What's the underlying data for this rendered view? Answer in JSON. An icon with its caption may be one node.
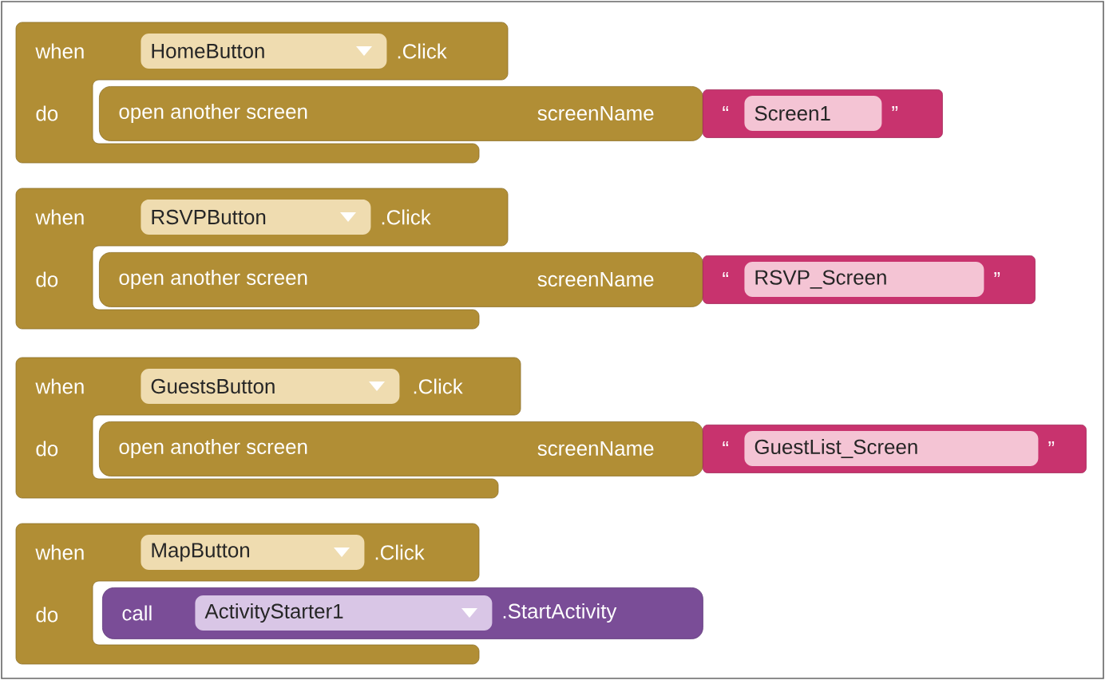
{
  "diagram": {
    "nodes": [
      {
        "text": [
          "when",
          ".Click",
          "do"
        ]
      },
      {
        "text": [
          "HomeButton"
        ],
        "in": 0
      },
      {
        "text": [
          "open another screen",
          "screenName"
        ]
      },
      {
        "text": [
          "“",
          "”"
        ]
      },
      {
        "text": [
          "Screen1"
        ],
        "in": 3
      },
      {
        "text": [
          "when",
          ".Click",
          "do"
        ]
      },
      {
        "text": [
          "RSVPButton"
        ],
        "in": 5
      },
      {
        "text": [
          "open another screen",
          "screenName"
        ]
      },
      {
        "text": [
          "“",
          "”"
        ]
      },
      {
        "text": [
          "RSVP_Screen"
        ],
        "in": 8
      },
      {
        "text": [
          "when",
          ".Click",
          "do"
        ]
      },
      {
        "text": [
          "GuestsButton"
        ],
        "in": 10
      },
      {
        "text": [
          "open another screen",
          "screenName"
        ]
      },
      {
        "text": [
          "“",
          "”"
        ]
      },
      {
        "text": [
          "GuestList_Screen"
        ],
        "in": 13
      },
      {
        "text": [
          "when",
          ".Click",
          "do"
        ]
      },
      {
        "text": [
          "MapButton"
        ],
        "in": 15
      },
      {
        "text": [
          "call",
          ".StartActivity"
        ]
      },
      {
        "text": [
          "ActivityStarter1"
        ],
        "in": 17
      }
    ]
  }
}
